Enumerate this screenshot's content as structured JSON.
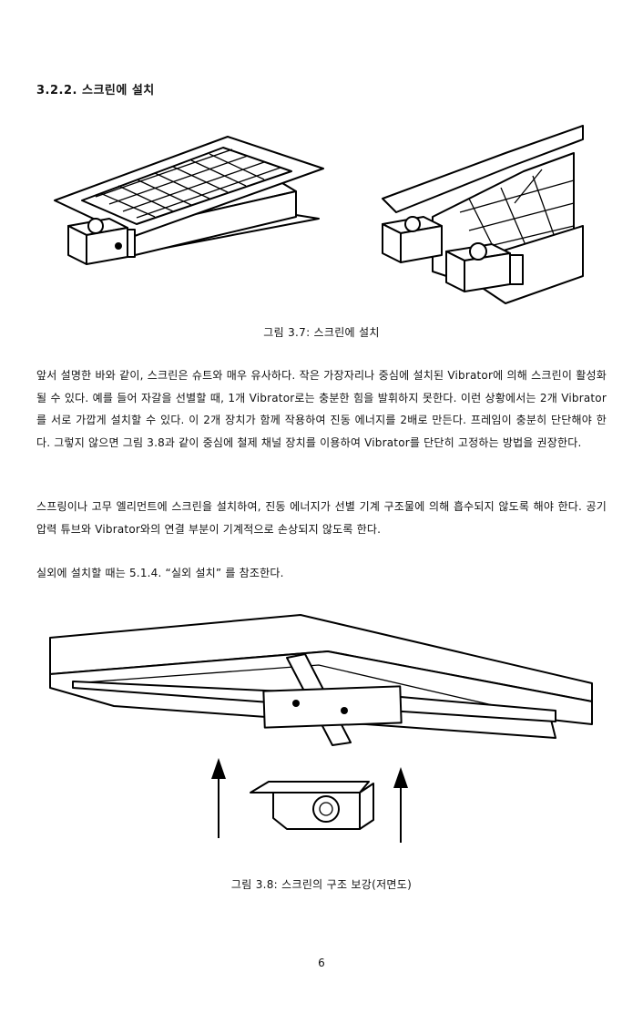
{
  "section": {
    "heading": "3.2.2. 스크린에 설치"
  },
  "figures": [
    {
      "caption": "그림 3.7: 스크린에 설치"
    },
    {
      "caption": "그림 3.8: 스크린의 구조 보강(저면도)"
    }
  ],
  "paragraphs": [
    "앞서 설명한 바와 같이, 스크린은 슈트와 매우 유사하다. 작은 가장자리나 중심에 설치된 Vibrator에 의해 스크린이 활성화될 수 있다. 예를 들어 자갈을 선별할 때, 1개 Vibrator로는 충분한 힘을 발휘하지 못한다. 이런 상황에서는 2개 Vibrator를 서로 가깝게 설치할 수 있다. 이 2개 장치가 함께 작용하여 진동 에너지를 2배로 만든다. 프레임이 충분히 단단해야 한다. 그렇지 않으면 그림 3.8과 같이 중심에 철제 채널 장치를 이용하여 Vibrator를 단단히 고정하는 방법을 권장한다.",
    "스프링이나 고무 엘리먼트에 스크린을 설치하여, 진동 에너지가 선별 기계 구조물에 의해 흡수되지 않도록 해야 한다. 공기 압력 튜브와 Vibrator와의 연결 부분이 기계적으로 손상되지 않도록 한다.",
    "실외에 설치할 때는 5.1.4. “실외 설치” 를 참조한다."
  ],
  "page_number": "6"
}
